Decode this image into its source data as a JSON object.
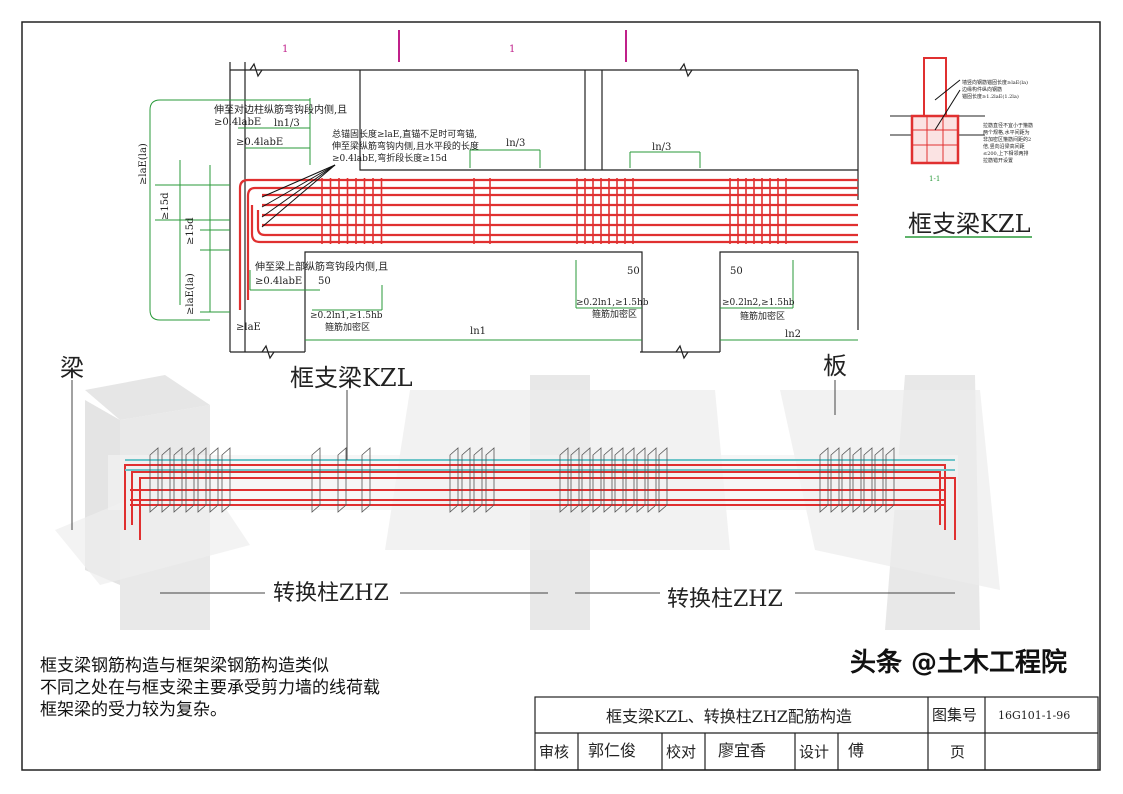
{
  "drawing": {
    "section_marks": [
      "1",
      "1"
    ],
    "annotations": {
      "top_left_1": "伸至对边柱纵筋弯钩段内侧,且",
      "top_left_2": "≥0.4labE",
      "ln1_3_a": "ln1/3",
      "top_left_3": "≥0.4labE",
      "anchor_1": "总锚固长度≥laE,直锚不足时可弯锚,",
      "anchor_2": "伸至梁纵筋弯钩内侧,且水平段的长度",
      "anchor_3": "≥0.4labE,弯折段长度≥15d",
      "ln1_3_b": "ln/3",
      "ln_3_c": "ln/3",
      "v_lae_top": "≥laE(la)",
      "v_15d_a": "≥15d",
      "v_15d_b": "≥15d",
      "v_lae_bottom": "≥laE(la)",
      "bottom_left_1": "伸至梁上部纵筋弯钩段内侧,且",
      "bottom_left_2": "≥0.4labE",
      "dim_50_a": "50",
      "dim_50_b": "50",
      "dim_50_c": "50",
      "lae": "≥laE",
      "dense_1": "≥0.2ln1,≥1.5hb",
      "dense_1_label": "箍筋加密区",
      "dense_2": "≥0.2ln1,≥1.5hb",
      "dense_2_label": "箍筋加密区",
      "dense_3": "≥0.2ln2,≥1.5hb",
      "dense_3_label": "箍筋加密区",
      "ln1": "ln1",
      "ln2": "ln2"
    },
    "section": {
      "note_1": "墙竖向钢筋锚固长度≥laE(la)",
      "note_2": "边缘构件纵向钢筋",
      "note_3": "锚固长度≥1.2laE(1.2la)",
      "note_4": "拉筋直径不宜小于箍筋",
      "note_5": "两个规格,水平间距为",
      "note_6": "非加密区箍筋间距的2",
      "note_7": "倍,竖向沿梁高间距",
      "note_8": "≤200,上下相邻两排",
      "note_9": "拉筋错开设置",
      "label": "1-1"
    },
    "title_right": "框支梁KZL"
  },
  "model3d": {
    "label_beam": "梁",
    "label_kzl": "框支梁KZL",
    "label_slab": "板",
    "label_zhz_1": "转换柱ZHZ",
    "label_zhz_2": "转换柱ZHZ"
  },
  "notes": [
    "框支梁钢筋构造与框架梁钢筋构造类似",
    "不同之处在与框支梁主要承受剪力墙的线荷载",
    "框架梁的受力较为复杂。"
  ],
  "title_block": {
    "title": "框支梁KZL、转换柱ZHZ配筋构造",
    "atlas_label": "图集号",
    "atlas_no": "16G101-1-96",
    "review_label": "审核",
    "review_name": "郭仁俊",
    "check_label": "校对",
    "check_name": "廖宜香",
    "design_label": "设计",
    "design_name": "傅",
    "page_label": "页"
  },
  "watermark": "头条 @土木工程院",
  "colors": {
    "rebar": "#e03030",
    "dim": "#2a9a3a",
    "stirrup3d": "#555",
    "rebar3d_cyan": "#6cc4c8",
    "mark": "#c0208a"
  }
}
